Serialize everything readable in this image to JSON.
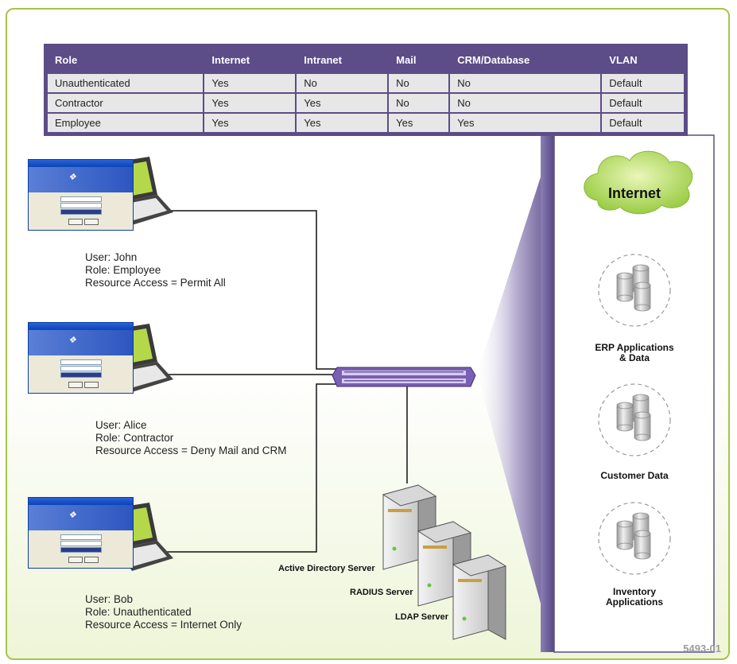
{
  "table": {
    "headers": [
      "Role",
      "Internet",
      "Intranet",
      "Mail",
      "CRM/Database",
      "VLAN"
    ],
    "rows": [
      [
        "Unauthenticated",
        "Yes",
        "No",
        "No",
        "No",
        "Default"
      ],
      [
        "Contractor",
        "Yes",
        "Yes",
        "No",
        "No",
        "Default"
      ],
      [
        "Employee",
        "Yes",
        "Yes",
        "Yes",
        "Yes",
        "Default"
      ]
    ]
  },
  "users": [
    {
      "user": "User: John",
      "role": "Role: Employee",
      "access": "Resource Access = Permit All"
    },
    {
      "user": "User: Alice",
      "role": "Role: Contractor",
      "access": "Resource Access = Deny Mail and CRM"
    },
    {
      "user": "User: Bob",
      "role": "Role: Unauthenticated",
      "access": "Resource Access = Internet Only"
    }
  ],
  "servers": [
    "Active Directory Server",
    "RADIUS Server",
    "LDAP Server"
  ],
  "resources": {
    "internet": "Internet",
    "items": [
      {
        "line1": "ERP Applications",
        "line2": "& Data"
      },
      {
        "line1": "Customer Data",
        "line2": ""
      },
      {
        "line1": "Inventory",
        "line2": "Applications"
      }
    ]
  },
  "figure_number": "5493-01",
  "colors": {
    "purple": "#5c4c88",
    "frame_green": "#a8c44a",
    "cloud_green": "#a8d45a"
  }
}
